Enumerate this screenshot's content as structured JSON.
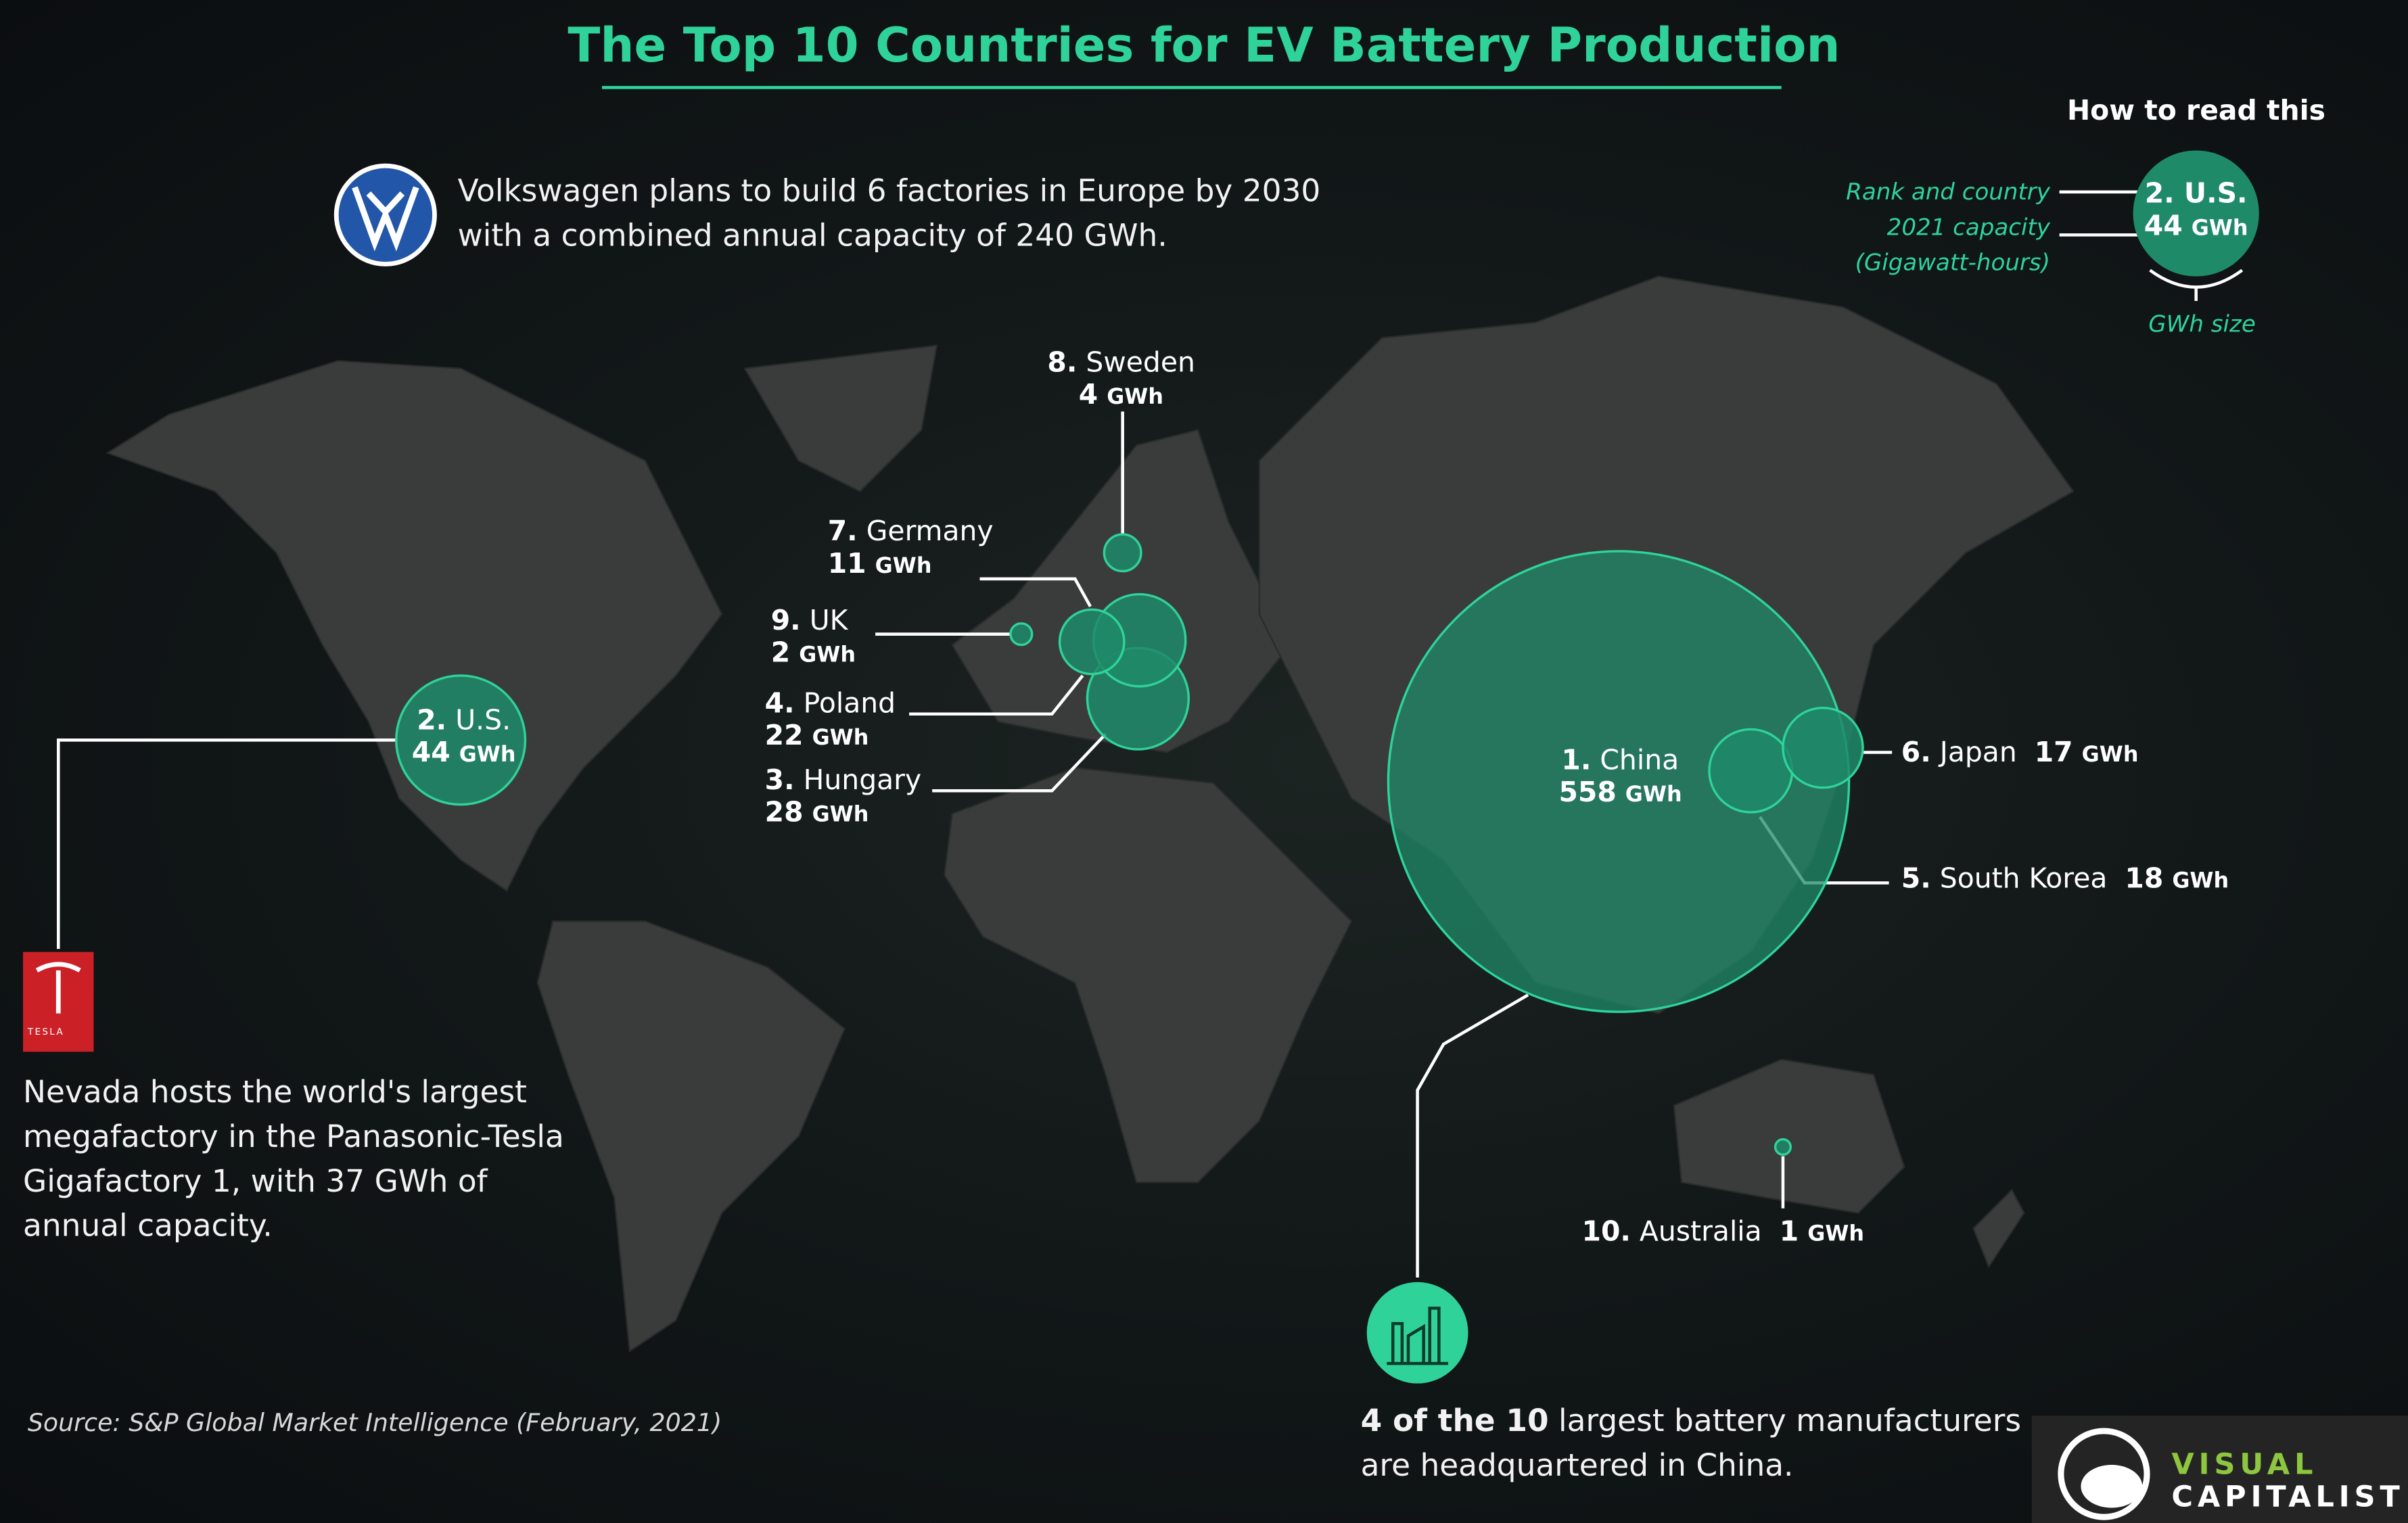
{
  "title": "The Top 10 Countries for EV Battery Production",
  "vw_note": {
    "line1": "Volkswagen plans to build 6 factories in Europe by 2030",
    "line2": "with a combined annual capacity of 240 GWh."
  },
  "tesla_note": {
    "line1": "Nevada hosts the world's largest",
    "line2": "megafactory in the Panasonic-Tesla",
    "line3": "Gigafactory 1, with 37 GWh of",
    "line4": "annual capacity.",
    "logo_text": "TESLA"
  },
  "china_note": {
    "line1_bold": "4 of the 10",
    "line1_rest": " largest battery manufacturers",
    "line2": "are headquartered in China."
  },
  "legend": {
    "title": "How to read this",
    "rank_label": "Rank and country",
    "capacity_label": "2021 capacity",
    "unit_label": "(Gigawatt-hours)",
    "size_label": "GWh size",
    "example_country": "2. U.S.",
    "example_value": "44",
    "unit": "GWh"
  },
  "source": "Source: S&P Global Market Intelligence (February, 2021)",
  "brand": {
    "line1": "VISUAL",
    "line2": "CAPITALIST"
  },
  "colors": {
    "accent": "#2fd39a",
    "bubble": "#1f8a68",
    "land": "#3a3c3c",
    "brand_green": "#8dc63f"
  },
  "chart_data": {
    "type": "bubble-map",
    "title": "The Top 10 Countries for EV Battery Production",
    "unit": "GWh",
    "countries": [
      {
        "rank": "1.",
        "name": "China",
        "gwh": "558"
      },
      {
        "rank": "2.",
        "name": "U.S.",
        "gwh": "44"
      },
      {
        "rank": "3.",
        "name": "Hungary",
        "gwh": "28"
      },
      {
        "rank": "4.",
        "name": "Poland",
        "gwh": "22"
      },
      {
        "rank": "5.",
        "name": "South Korea",
        "gwh": "18"
      },
      {
        "rank": "6.",
        "name": "Japan",
        "gwh": "17"
      },
      {
        "rank": "7.",
        "name": "Germany",
        "gwh": "11"
      },
      {
        "rank": "8.",
        "name": "Sweden",
        "gwh": "4"
      },
      {
        "rank": "9.",
        "name": "UK",
        "gwh": "2"
      },
      {
        "rank": "10.",
        "name": "Australia",
        "gwh": "1"
      }
    ]
  }
}
